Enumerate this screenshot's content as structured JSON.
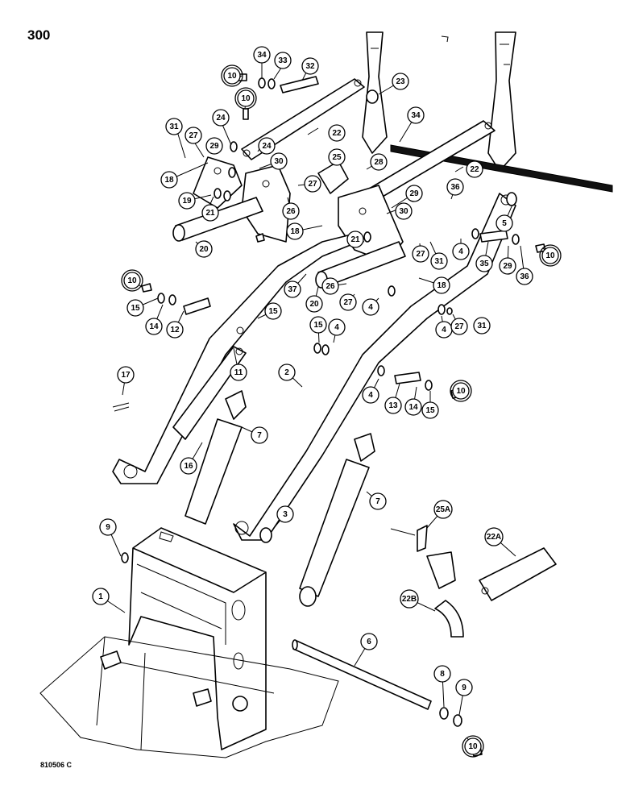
{
  "page_number": "300",
  "drawing_code": "810506 C",
  "callouts": [
    {
      "id": "c34a",
      "label": "34"
    },
    {
      "id": "c33",
      "label": "33"
    },
    {
      "id": "c32",
      "label": "32"
    },
    {
      "id": "c10a",
      "label": "10",
      "highlighted": true
    },
    {
      "id": "c10b",
      "label": "10",
      "highlighted": true
    },
    {
      "id": "c23",
      "label": "23"
    },
    {
      "id": "c34b",
      "label": "34"
    },
    {
      "id": "c24a",
      "label": "24"
    },
    {
      "id": "c31a",
      "label": "31"
    },
    {
      "id": "c27a",
      "label": "27"
    },
    {
      "id": "c29a",
      "label": "29"
    },
    {
      "id": "c24b",
      "label": "24"
    },
    {
      "id": "c22a",
      "label": "22"
    },
    {
      "id": "c22b",
      "label": "22"
    },
    {
      "id": "c30a",
      "label": "30"
    },
    {
      "id": "c18a",
      "label": "18"
    },
    {
      "id": "c25",
      "label": "25"
    },
    {
      "id": "c27b",
      "label": "27"
    },
    {
      "id": "c28",
      "label": "28"
    },
    {
      "id": "c19",
      "label": "19"
    },
    {
      "id": "c21a",
      "label": "21"
    },
    {
      "id": "c26a",
      "label": "26"
    },
    {
      "id": "c36a",
      "label": "36"
    },
    {
      "id": "c29b",
      "label": "29"
    },
    {
      "id": "c30b",
      "label": "30"
    },
    {
      "id": "c20a",
      "label": "20"
    },
    {
      "id": "c18b",
      "label": "18"
    },
    {
      "id": "c21b",
      "label": "21"
    },
    {
      "id": "c27c",
      "label": "27"
    },
    {
      "id": "c31b",
      "label": "31"
    },
    {
      "id": "c4a",
      "label": "4"
    },
    {
      "id": "c5",
      "label": "5"
    },
    {
      "id": "c35",
      "label": "35"
    },
    {
      "id": "c29c",
      "label": "29"
    },
    {
      "id": "c36b",
      "label": "36"
    },
    {
      "id": "c10c",
      "label": "10",
      "highlighted": true
    },
    {
      "id": "c10d",
      "label": "10",
      "highlighted": true
    },
    {
      "id": "c15a",
      "label": "15"
    },
    {
      "id": "c14a",
      "label": "14"
    },
    {
      "id": "c12",
      "label": "12"
    },
    {
      "id": "c37",
      "label": "37"
    },
    {
      "id": "c20b",
      "label": "20"
    },
    {
      "id": "c26b",
      "label": "26"
    },
    {
      "id": "c27d",
      "label": "27"
    },
    {
      "id": "c4b",
      "label": "4"
    },
    {
      "id": "c18c",
      "label": "18"
    },
    {
      "id": "c15b",
      "label": "15"
    },
    {
      "id": "c15c",
      "label": "15"
    },
    {
      "id": "c4c",
      "label": "4"
    },
    {
      "id": "c4d",
      "label": "4"
    },
    {
      "id": "c27e",
      "label": "27"
    },
    {
      "id": "c31c",
      "label": "31"
    },
    {
      "id": "c17",
      "label": "17"
    },
    {
      "id": "c11",
      "label": "11"
    },
    {
      "id": "c2",
      "label": "2"
    },
    {
      "id": "c4e",
      "label": "4"
    },
    {
      "id": "c13",
      "label": "13"
    },
    {
      "id": "c14b",
      "label": "14"
    },
    {
      "id": "c15d",
      "label": "15"
    },
    {
      "id": "c10e",
      "label": "10",
      "highlighted": true
    },
    {
      "id": "c16",
      "label": "16"
    },
    {
      "id": "c7a",
      "label": "7"
    },
    {
      "id": "c7b",
      "label": "7"
    },
    {
      "id": "c3",
      "label": "3"
    },
    {
      "id": "c25A",
      "label": "25A"
    },
    {
      "id": "c22A",
      "label": "22A"
    },
    {
      "id": "c9a",
      "label": "9"
    },
    {
      "id": "c1",
      "label": "1"
    },
    {
      "id": "c22B",
      "label": "22B"
    },
    {
      "id": "c6",
      "label": "6"
    },
    {
      "id": "c8",
      "label": "8"
    },
    {
      "id": "c9b",
      "label": "9"
    },
    {
      "id": "c10f",
      "label": "10",
      "highlighted": true
    }
  ]
}
